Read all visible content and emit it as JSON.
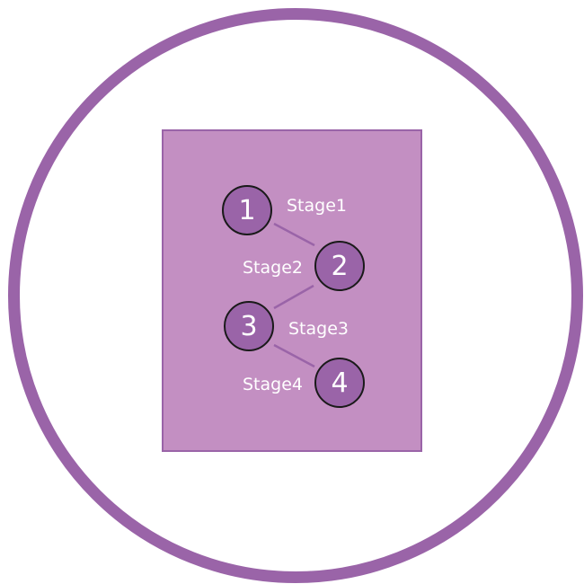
{
  "colors": {
    "ring": "#9a64a8",
    "panel": "#c38fc2",
    "node_fill": "#9a64a8",
    "node_outline": "#1a1a1a",
    "connector": "#9a64a8",
    "text": "#ffffff"
  },
  "stages": [
    {
      "number": "1",
      "label": "Stage1"
    },
    {
      "number": "2",
      "label": "Stage2"
    },
    {
      "number": "3",
      "label": "Stage3"
    },
    {
      "number": "4",
      "label": "Stage4"
    }
  ]
}
